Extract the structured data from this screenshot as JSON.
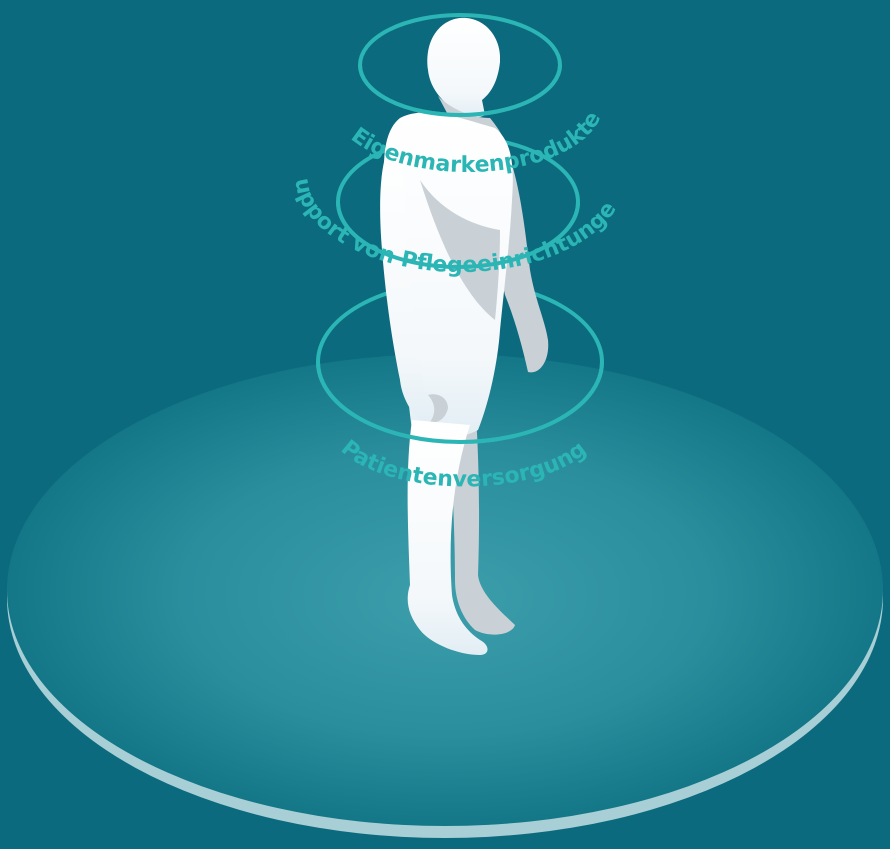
{
  "colors": {
    "background": "#0c6a7e",
    "platform_center": "#3a9aa8",
    "platform_edge": "#157c8c",
    "platform_rim": "#a8cfd6",
    "ring": "#2bb5b5",
    "figure": "#ffffff",
    "figure_shade": "#c9d0d6",
    "label": "#2bb5b5"
  },
  "rings": [
    {
      "id": "top",
      "label": "Eigenmarkenprodukte",
      "icon": "head-ring"
    },
    {
      "id": "middle",
      "label": "Support von Pflegeeinrichtungen",
      "icon": "torso-ring"
    },
    {
      "id": "bottom",
      "label": "Patientenversorgung",
      "icon": "hip-ring"
    }
  ],
  "figure": {
    "icon": "human-figure-icon"
  }
}
